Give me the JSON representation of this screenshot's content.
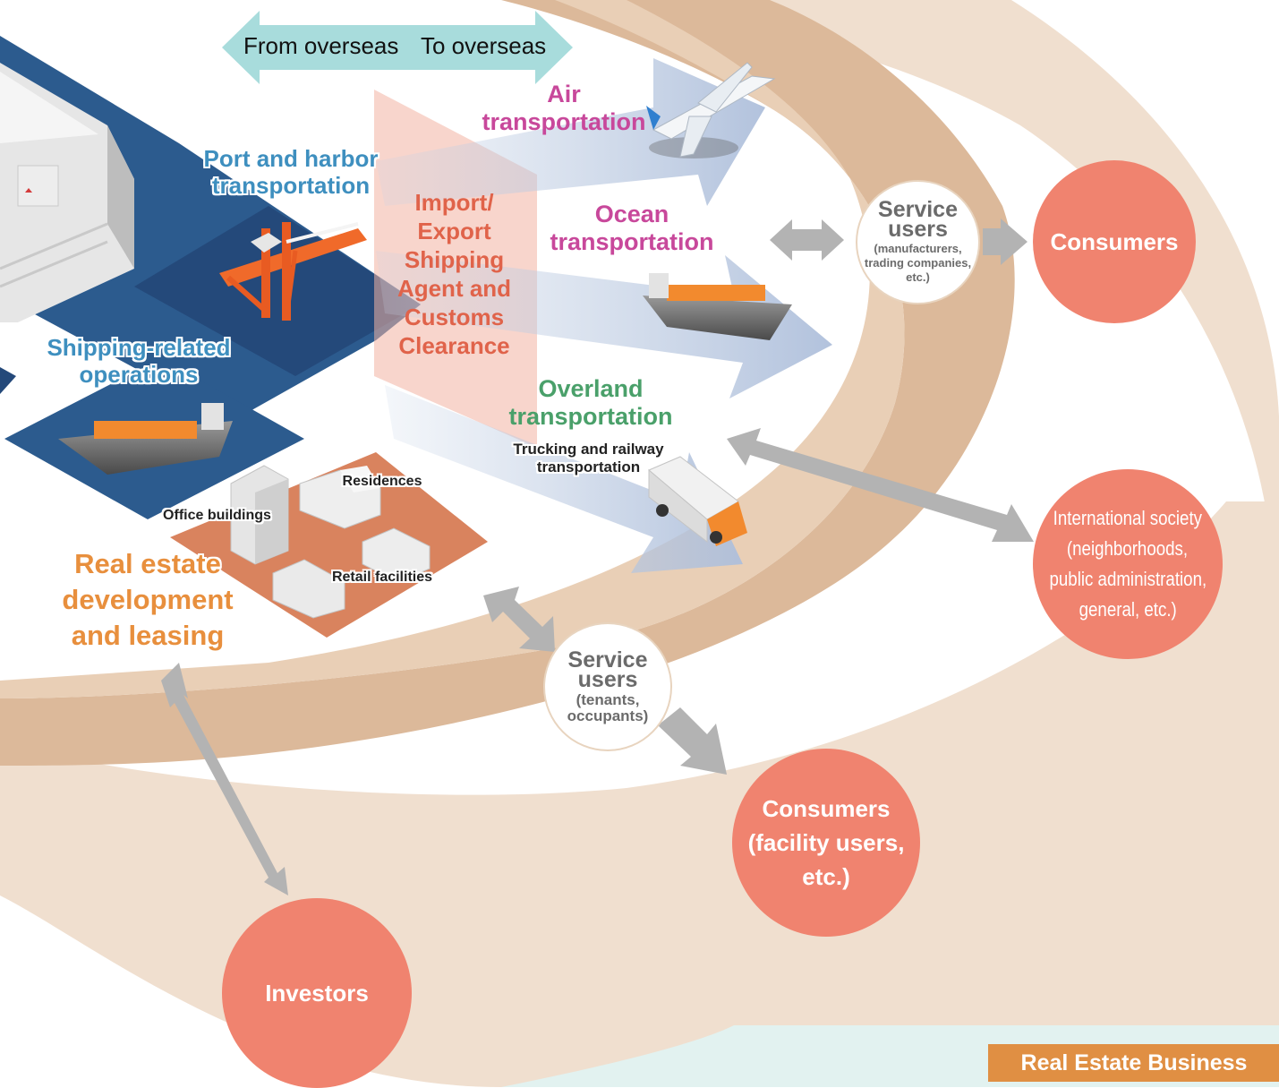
{
  "header": {
    "from_overseas": "From overseas",
    "to_overseas": "To overseas"
  },
  "transport": {
    "air": "Air transportation",
    "ocean": "Ocean transportation",
    "overland": "Overland transportation",
    "trucking": "Trucking and railway transportation",
    "port": "Port and harbor transportation",
    "shipping_ops": "Shipping-related operations"
  },
  "customs": {
    "line1": "Import/",
    "line2": "Export",
    "line3": "Shipping",
    "line4": "Agent and",
    "line5": "Customs",
    "line6": "Clearance"
  },
  "real_estate": {
    "title_line1": "Real estate",
    "title_line2": "development",
    "title_line3": "and leasing",
    "office": "Office buildings",
    "residences": "Residences",
    "retail": "Retail facilities"
  },
  "service_users_logistics": {
    "title1": "Service",
    "title2": "users",
    "sub1": "(manufacturers,",
    "sub2": "trading companies,",
    "sub3": "etc.)"
  },
  "service_users_realestate": {
    "title1": "Service",
    "title2": "users",
    "sub1": "(tenants,",
    "sub2": "occupants)"
  },
  "consumers": {
    "top": "Consumers",
    "bottom1": "Consumers",
    "bottom2": "(facility users,",
    "bottom3": "etc.)",
    "investors": "Investors",
    "intl1": "International society",
    "intl2": "(neighborhoods,",
    "intl3": "public administration,",
    "intl4": "general, etc.)"
  },
  "footer": {
    "badge": "Real Estate Business"
  },
  "colors": {
    "ring_outer": "#f0dfcf",
    "ring_inner": "#dcb99a",
    "navy": "#2c5b8e",
    "consumer": "#f0836f",
    "air": "#c8489b",
    "overland": "#4aa06a",
    "port": "#3e8fbf",
    "customs": "#e0634a",
    "real_estate": "#e88f3d",
    "arrow_teal": "#a8dcdc",
    "gray_arrow": "#b3b3b3"
  }
}
